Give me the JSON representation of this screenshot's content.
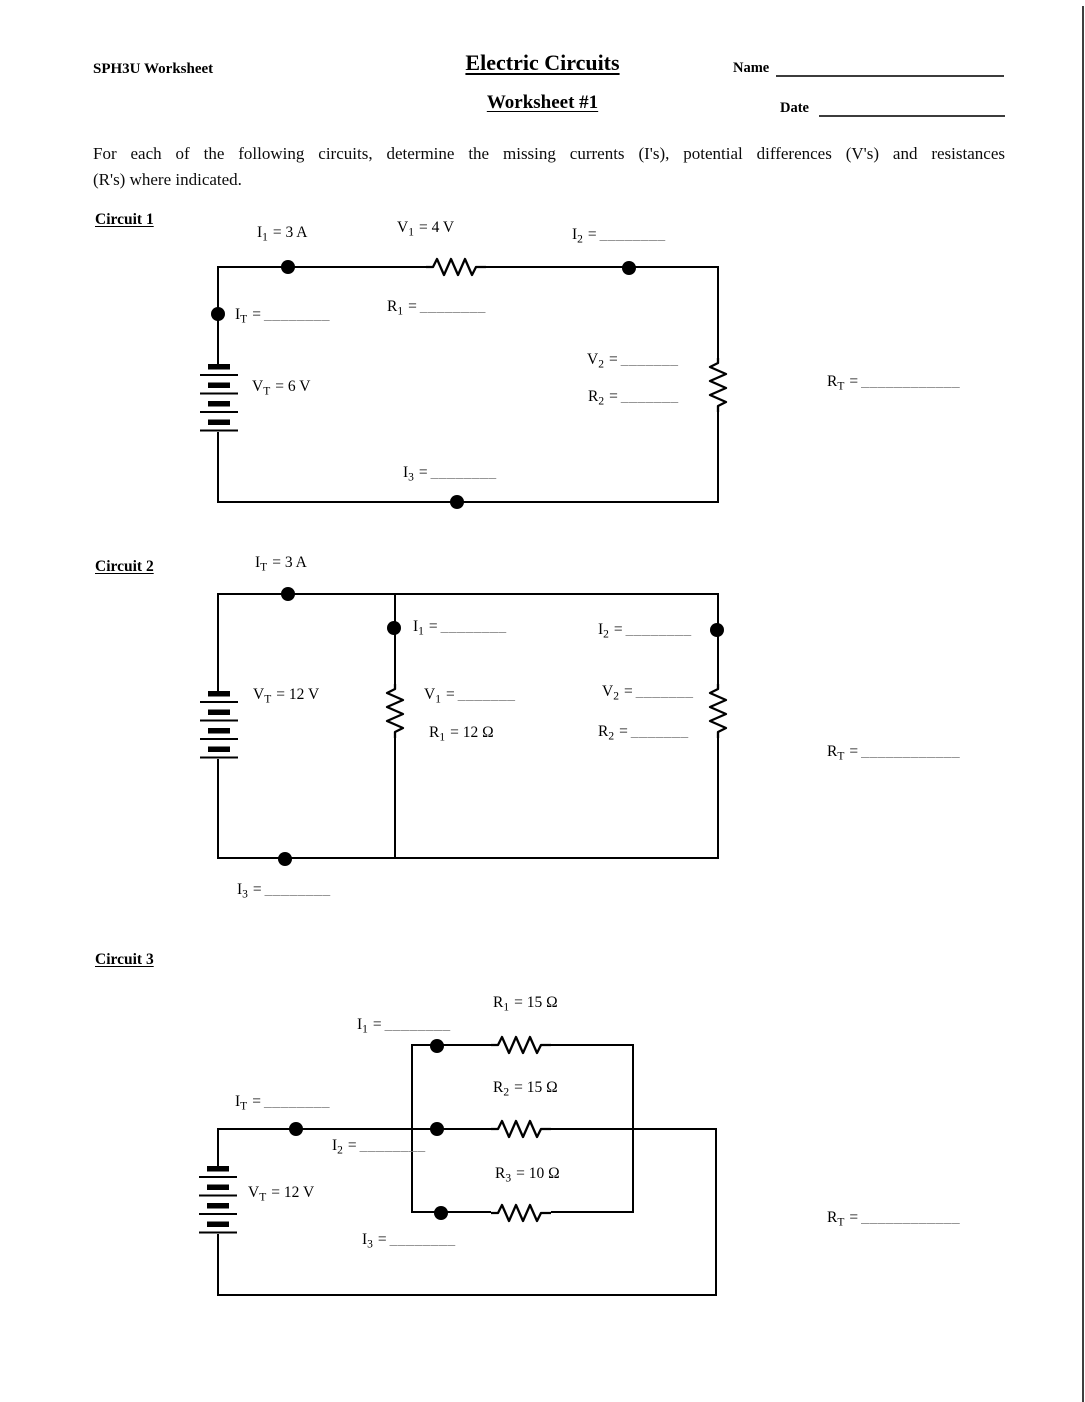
{
  "colors": {
    "ink": "#000000",
    "blank_line": "#7e7e7e",
    "page_edge": "#3f3f3f"
  },
  "header": {
    "course": "SPH3U Worksheet",
    "title": "Electric Circuits",
    "subtitle": "Worksheet #1",
    "name_label": "Name",
    "date_label": "Date"
  },
  "instructions": {
    "line1": "For each of the following circuits, determine the missing currents (I's), potential differences (V's) and resistances",
    "line2": "(R's) where indicated."
  },
  "circuit1": {
    "heading": "Circuit 1",
    "labels": {
      "i1": {
        "b": "I",
        "s": "1",
        "v": "= 3 A",
        "blank": ""
      },
      "v1": {
        "b": "V",
        "s": "1",
        "v": "= 4 V",
        "blank": ""
      },
      "i2": {
        "b": "I",
        "s": "2",
        "v": "=",
        "blank": "________"
      },
      "it": {
        "b": "I",
        "s": "T",
        "v": "=",
        "blank": "________"
      },
      "r1": {
        "b": "R",
        "s": "1",
        "v": "=",
        "blank": "________"
      },
      "v2": {
        "b": "V",
        "s": "2",
        "v": "=",
        "blank": "_______"
      },
      "r2": {
        "b": "R",
        "s": "2",
        "v": "=",
        "blank": "_______"
      },
      "vt": {
        "b": "V",
        "s": "T",
        "v": "= 6 V",
        "blank": ""
      },
      "i3": {
        "b": "I",
        "s": "3",
        "v": "=",
        "blank": "________"
      },
      "rt": {
        "b": "R",
        "s": "T",
        "v": "=",
        "blank": "____________"
      }
    }
  },
  "circuit2": {
    "heading": "Circuit 2",
    "labels": {
      "it": {
        "b": "I",
        "s": "T",
        "v": "= 3 A",
        "blank": ""
      },
      "i1": {
        "b": "I",
        "s": "1",
        "v": "=",
        "blank": "________"
      },
      "i2": {
        "b": "I",
        "s": "2",
        "v": "=",
        "blank": "________"
      },
      "v1": {
        "b": "V",
        "s": "1",
        "v": "=",
        "blank": "_______"
      },
      "r1": {
        "b": "R",
        "s": "1",
        "v": "= 12 Ω",
        "blank": ""
      },
      "v2": {
        "b": "V",
        "s": "2",
        "v": "=",
        "blank": "_______"
      },
      "r2": {
        "b": "R",
        "s": "2",
        "v": "=",
        "blank": "_______"
      },
      "vt": {
        "b": "V",
        "s": "T",
        "v": "= 12 V",
        "blank": ""
      },
      "i3": {
        "b": "I",
        "s": "3",
        "v": "=",
        "blank": "________"
      },
      "rt": {
        "b": "R",
        "s": "T",
        "v": "=",
        "blank": "____________"
      }
    }
  },
  "circuit3": {
    "heading": "Circuit 3",
    "labels": {
      "r1": {
        "b": "R",
        "s": "1",
        "v": "= 15 Ω",
        "blank": ""
      },
      "i1": {
        "b": "I",
        "s": "1",
        "v": "=",
        "blank": "________"
      },
      "it": {
        "b": "I",
        "s": "T",
        "v": "=",
        "blank": "________"
      },
      "r2": {
        "b": "R",
        "s": "2",
        "v": "= 15 Ω",
        "blank": ""
      },
      "i2": {
        "b": "I",
        "s": "2",
        "v": "=",
        "blank": "________"
      },
      "r3": {
        "b": "R",
        "s": "3",
        "v": "= 10 Ω",
        "blank": ""
      },
      "i3": {
        "b": "I",
        "s": "3",
        "v": "=",
        "blank": "________"
      },
      "vt": {
        "b": "V",
        "s": "T",
        "v": "= 12 V",
        "blank": ""
      },
      "rt": {
        "b": "R",
        "s": "T",
        "v": "=",
        "blank": "____________"
      }
    }
  }
}
